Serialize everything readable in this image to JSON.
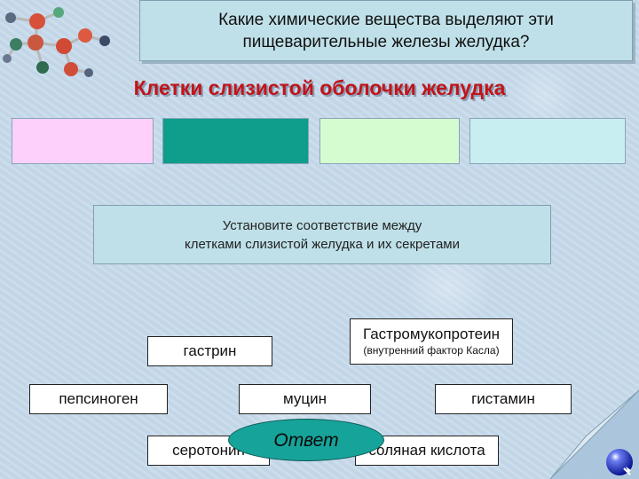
{
  "question": {
    "line1": "Какие химические вещества выделяют эти",
    "line2": "пищеварительные железы желудка?"
  },
  "heading": "Клетки слизистой оболочки желудка",
  "cells": {
    "colors": [
      "#fdd0fb",
      "#0f9d8c",
      "#d4fcd0",
      "#c9eef2"
    ]
  },
  "instruction": {
    "line1": "Установите соответствие между",
    "line2": "клетками слизистой желудка и их секретами"
  },
  "labels": {
    "gastro_title": "Гастромукопротеин",
    "gastro_sub": "(внутренний фактор Касла)",
    "gastrin": "гастрин",
    "pepsinogen": "пепсиноген",
    "mucin": "муцин",
    "histamine": "гистамин",
    "serotonin": "серотонин",
    "hcl": "соляная кислота"
  },
  "answer_button": "Ответ",
  "icons": {
    "molecule": "molecule-icon",
    "nav": "nav-sphere-icon"
  }
}
